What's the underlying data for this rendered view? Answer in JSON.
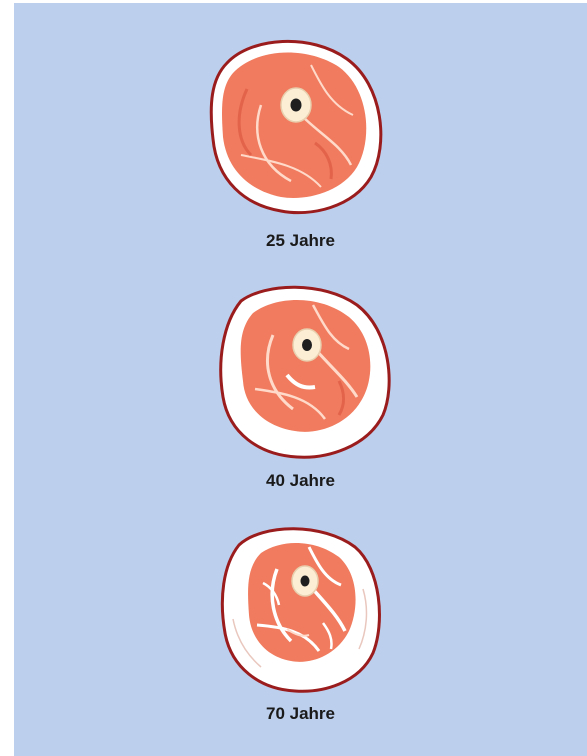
{
  "figures": [
    {
      "label": "25 Jahre"
    },
    {
      "label": "40 Jahre"
    },
    {
      "label": "70 Jahre"
    }
  ],
  "colors": {
    "background": "#bccfec",
    "outline": "#9b1c1c",
    "fat": "#ffffff",
    "muscle": "#f07b5e",
    "muscle_dark": "#e2634a",
    "bone": "#fbeed4",
    "marrow": "#1f1f1f"
  }
}
